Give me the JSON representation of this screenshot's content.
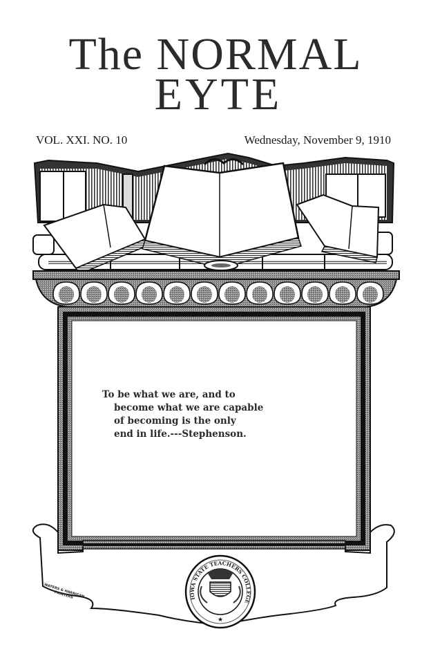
{
  "masthead": {
    "title_line1": "The NORMAL",
    "title_line2": "EYTE",
    "volume": "VOL. XXI. NO. 10",
    "date": "Wednesday, November 9, 1910"
  },
  "frame": {
    "quote_lines": [
      "To be what we are, and to",
      "become what we are capable",
      "of becoming is the only",
      "end in life.---Stephenson."
    ]
  },
  "seal": {
    "text": "IOWA STATE TEACHERS COLLEGE"
  },
  "imprint": {
    "line1": "WATERS & HARRIGAN,",
    "line2": "PRINTERS"
  },
  "colors": {
    "ink": "#1a1a1a",
    "paper": "#ffffff",
    "halftone": "#8a8a8a"
  }
}
